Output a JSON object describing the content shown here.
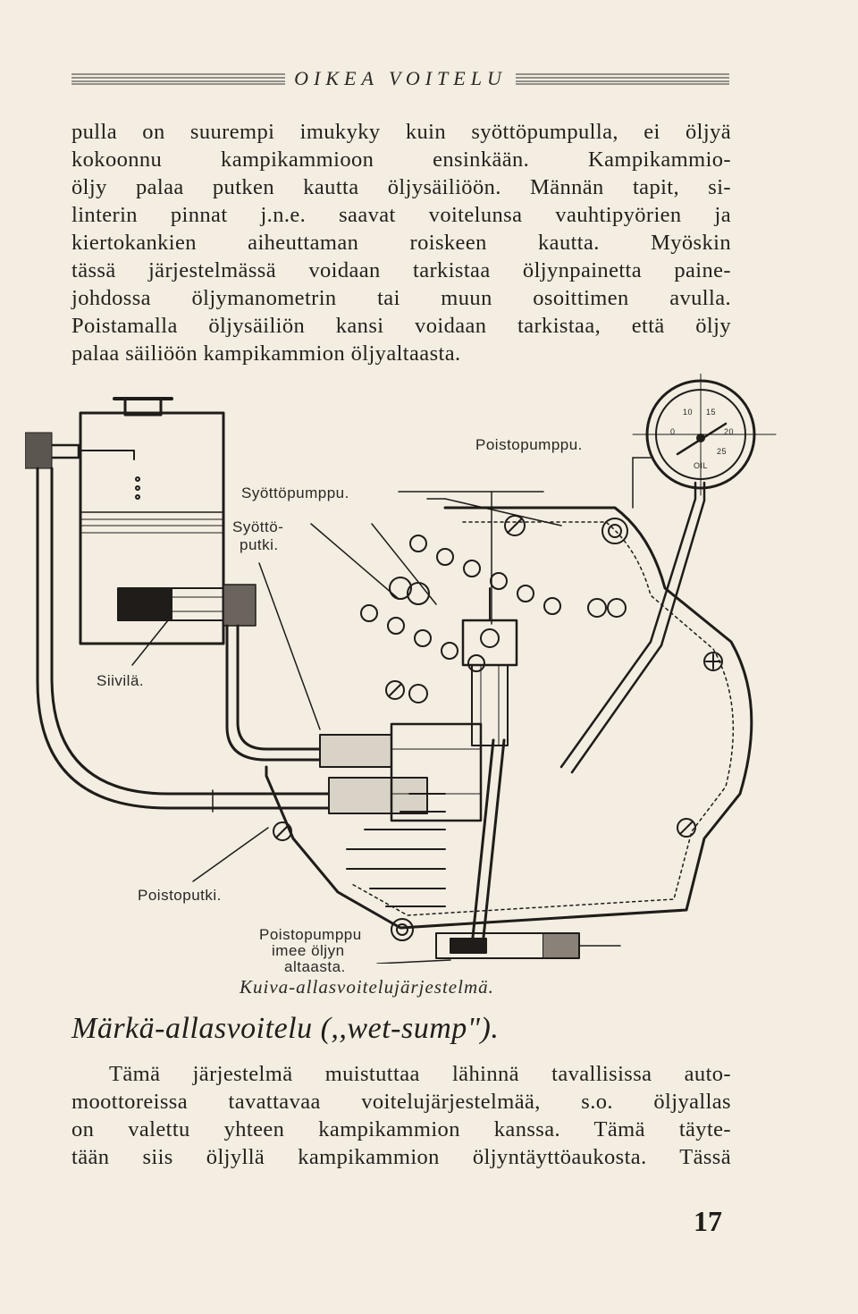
{
  "header": {
    "title": "OIKEA VOITELU"
  },
  "paragraph_1": [
    "pulla on suurempi imukyky kuin syöttöpumpulla, ei öljyä",
    "kokoonnu kampikammioon ensinkään. Kampikammio-",
    "öljy palaa putken kautta öljysäiliöön. Männän tapit, si-",
    "linterin pinnat j.n.e. saavat voitelunsa vauhtipyörien ja",
    "kiertokankien aiheuttaman roiskeen kautta. Myöskin",
    "tässä järjestelmässä voidaan tarkistaa öljynpainetta paine-",
    "johdossa öljymanometrin tai muun osoittimen avulla.",
    "Poistamalla öljysäiliön kansi voidaan tarkistaa, että öljy",
    "palaa säiliöön kampikammion öljyaltaasta."
  ],
  "figure": {
    "labels": {
      "poistopumppu": "Poistopumppu.",
      "syottopumppu": "Syöttöpumppu.",
      "syottoputki_1": "Syöttö-",
      "syottoputki_2": "putki.",
      "siivila": "Siivilä.",
      "poistoputki": "Poistoputki.",
      "imee_1": "Poistopumppu",
      "imee_2": "imee öljyn",
      "imee_3": "altaasta."
    },
    "gauge_ticks": [
      "10",
      "15",
      "20",
      "25",
      "0"
    ],
    "gauge_unit": "OIL",
    "caption": "Kuiva-allasvoitelujärjestelmä."
  },
  "section_heading": "Märkä-allasvoitelu (,,wet-sump\").",
  "paragraph_2": [
    "Tämä järjestelmä muistuttaa lähinnä tavallisissa auto-",
    "moottoreissa tavattavaa voitelujärjestelmää, s.o. öljyallas",
    "on valettu yhteen kampikammion kanssa. Tämä täyte-",
    "tään siis öljyllä kampikammion öljyntäyttöaukosta. Tässä"
  ],
  "page_number": "17"
}
